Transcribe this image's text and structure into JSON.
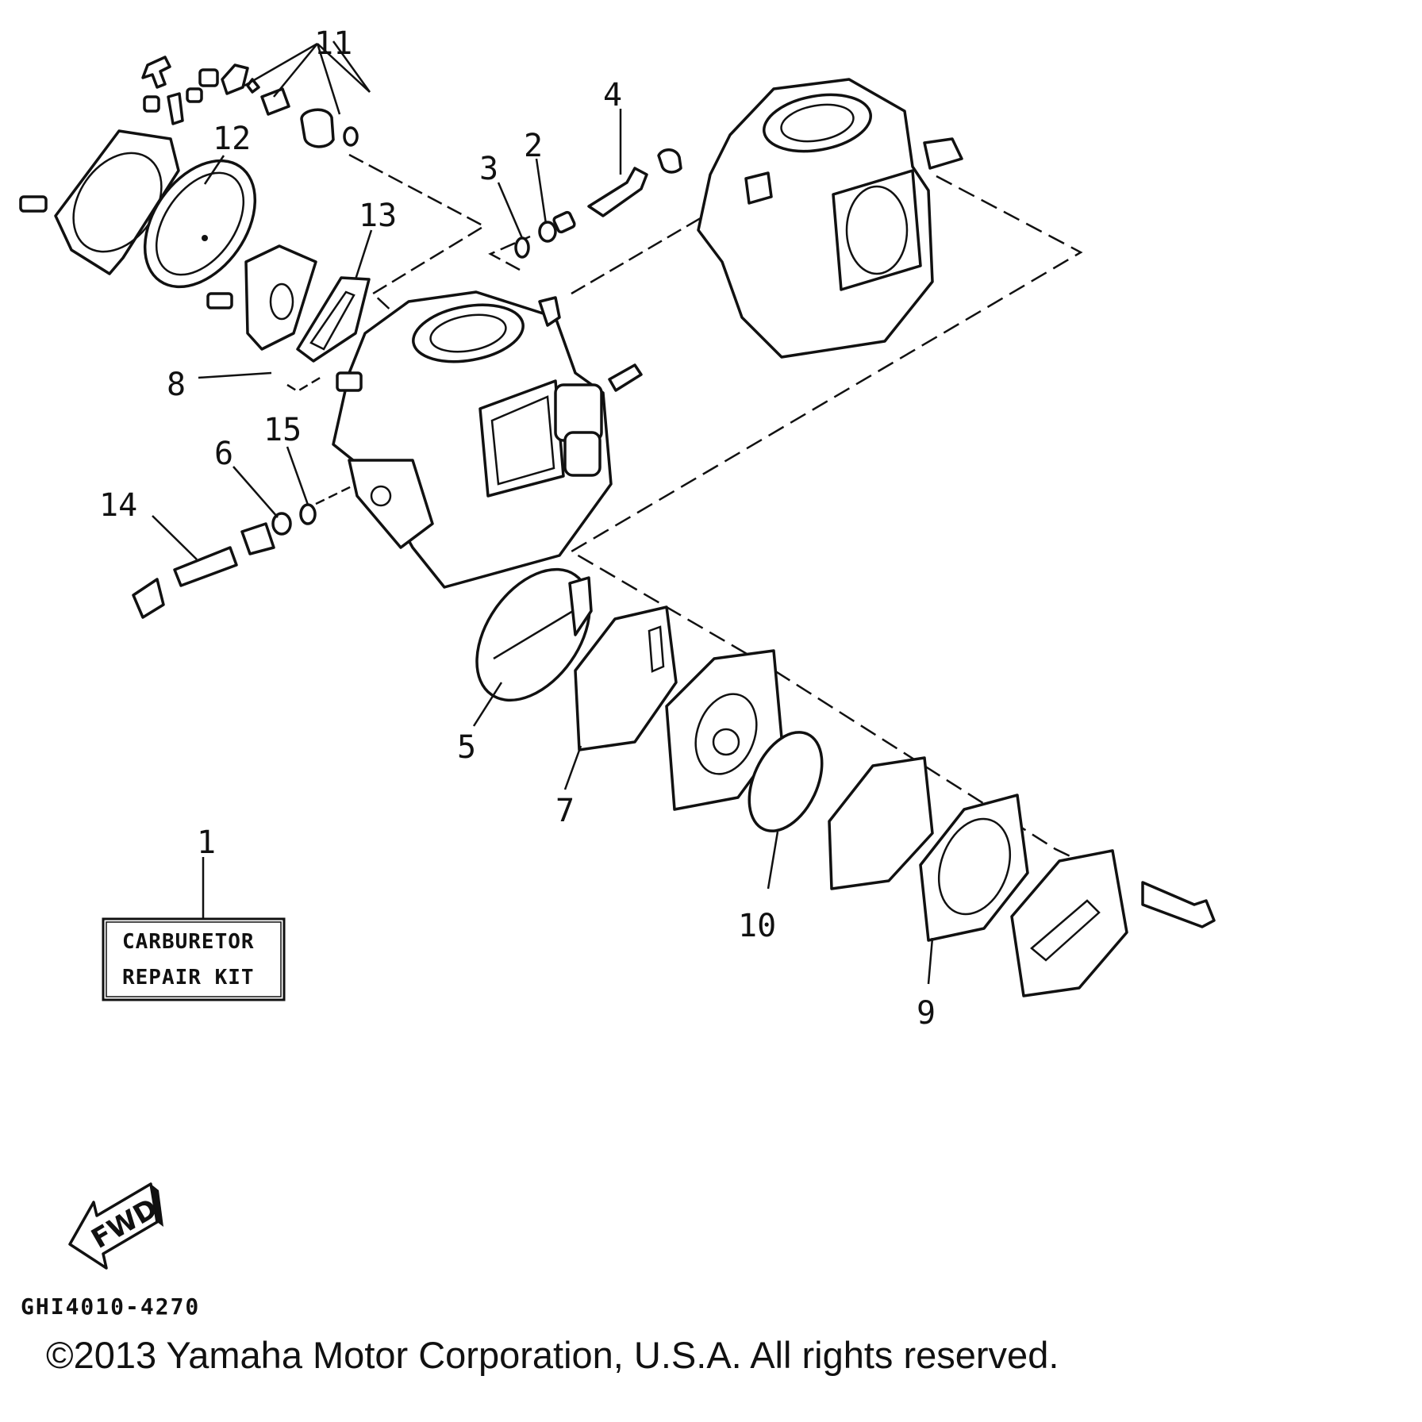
{
  "callouts": [
    {
      "number": "1"
    },
    {
      "number": "2"
    },
    {
      "number": "3"
    },
    {
      "number": "4"
    },
    {
      "number": "5"
    },
    {
      "number": "6"
    },
    {
      "number": "7"
    },
    {
      "number": "8"
    },
    {
      "number": "9"
    },
    {
      "number": "10"
    },
    {
      "number": "11"
    },
    {
      "number": "12"
    },
    {
      "number": "13"
    },
    {
      "number": "14"
    },
    {
      "number": "15"
    }
  ],
  "kit_label": {
    "line1": "CARBURETOR",
    "line2": "REPAIR  KIT"
  },
  "fwd_label": "FWD",
  "diagram_code": "GHI4010-4270",
  "copyright": "©2013 Yamaha Motor Corporation, U.S.A. All rights reserved."
}
